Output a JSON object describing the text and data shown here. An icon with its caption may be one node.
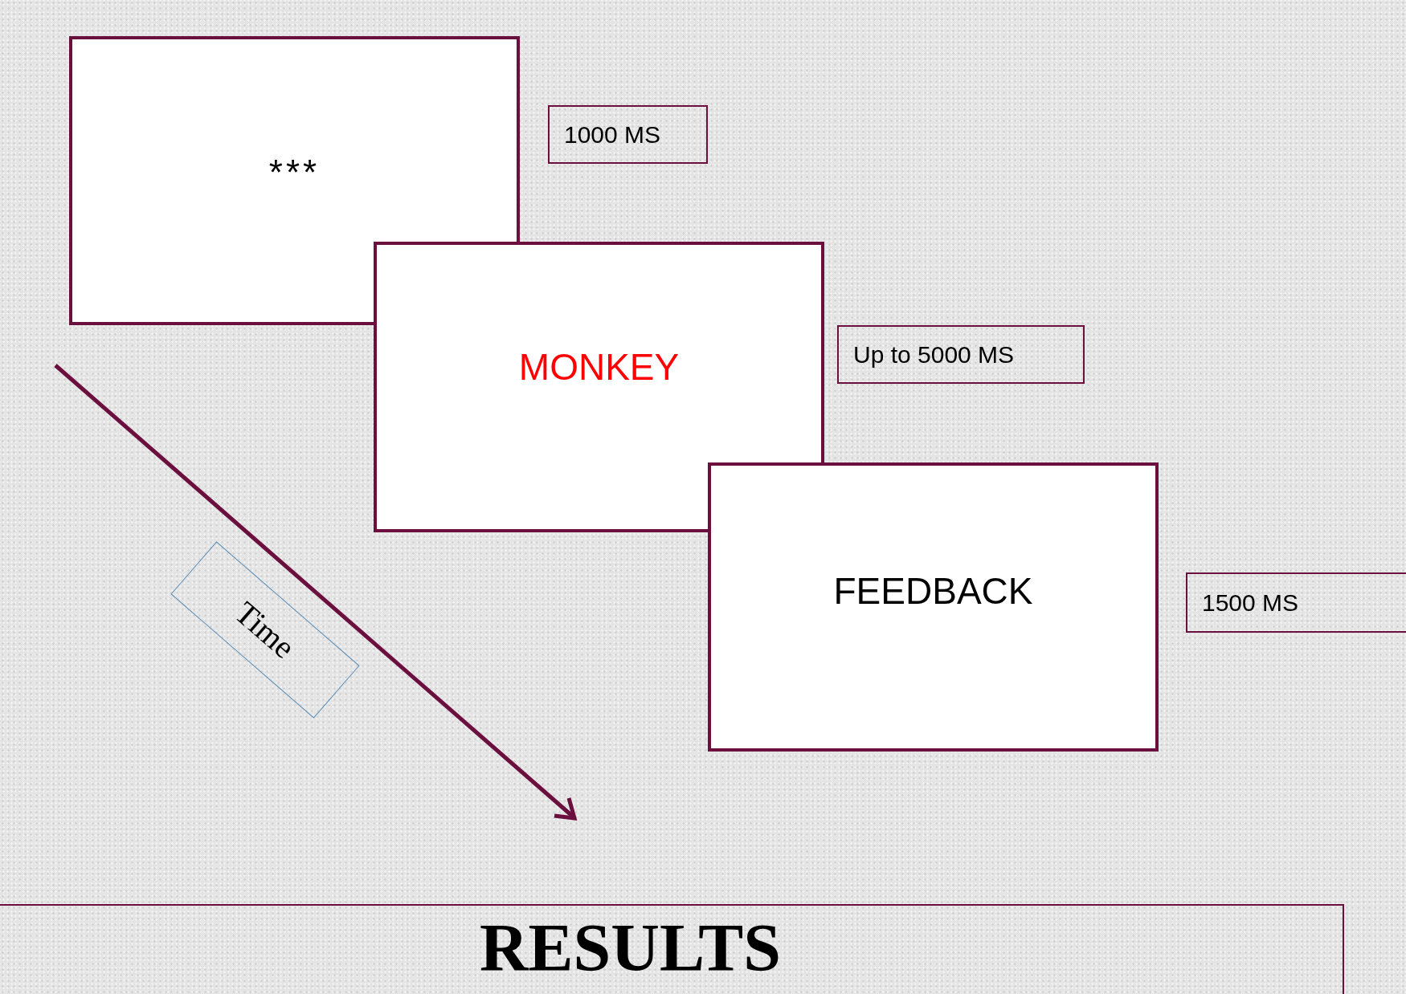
{
  "diagram": {
    "nodes": [
      {
        "text": [
          "***"
        ]
      },
      {
        "text": [
          "1000 MS"
        ]
      },
      {
        "text": [
          "MONKEY"
        ]
      },
      {
        "text": [
          "Up to 5000 MS"
        ]
      },
      {
        "text": [
          "Time"
        ]
      },
      {
        "text": [
          "FEEDBACK"
        ]
      },
      {
        "text": [
          "1500 MS"
        ]
      },
      {
        "text": [
          "RESULTS"
        ]
      }
    ]
  }
}
